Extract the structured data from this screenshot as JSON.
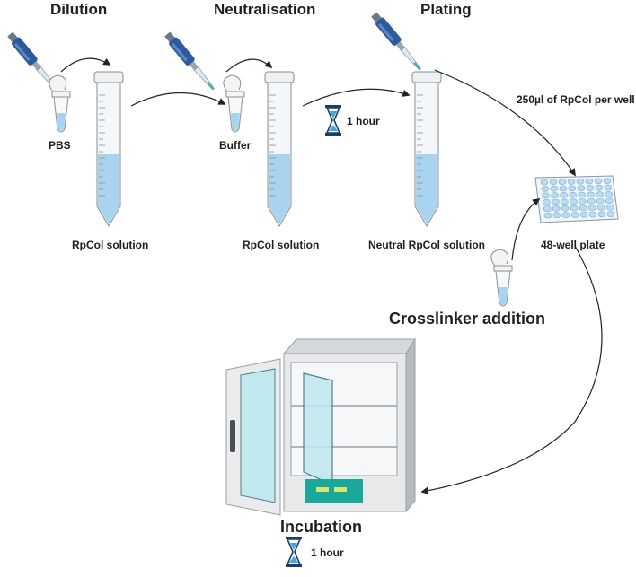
{
  "steps": {
    "dilution": {
      "title": "Dilution",
      "reagent": "PBS",
      "solution": "RpCol solution"
    },
    "neutralisation": {
      "title": "Neutralisation",
      "reagent": "Buffer",
      "solution": "RpCol solution"
    },
    "plating": {
      "title": "Plating",
      "solution": "Neutral RpCol solution",
      "volume_note": "250µl of RpCol per well",
      "plate": "48-well plate"
    },
    "crosslinker": {
      "title": "Crosslinker addition"
    },
    "incubation": {
      "title": "Incubation",
      "time": "1 hour"
    },
    "wait": {
      "time": "1 hour"
    }
  },
  "colors": {
    "liquid": "#a9d4ef",
    "tube_outline": "#8a8f94",
    "pipette_body": "#2d5a9a",
    "arrow": "#222222",
    "hourglass": "#1d3d6b",
    "display": "#19a89a"
  },
  "icons": [
    "pipette-icon",
    "microtube-icon",
    "falcon-tube-icon",
    "hourglass-icon",
    "well-plate-icon",
    "incubator-icon"
  ]
}
